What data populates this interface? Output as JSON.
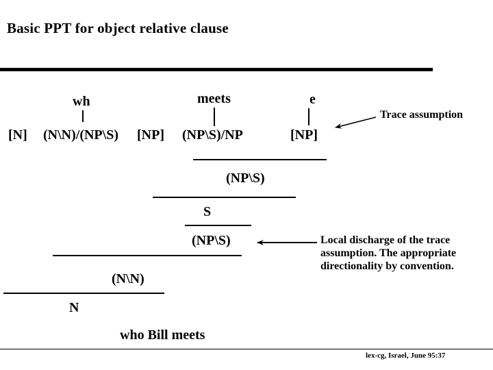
{
  "colors": {
    "text": "#000000",
    "background": "#ffffff"
  },
  "title": "Basic PPT for object relative clause",
  "derivation": {
    "words": [
      {
        "label": "wh"
      },
      {
        "label": "meets"
      },
      {
        "label": "e"
      }
    ],
    "categories": [
      {
        "label": "[N]"
      },
      {
        "label": "(N\\N)/(NP\\S)"
      },
      {
        "label": "[NP]"
      },
      {
        "label": "(NP\\S)/NP"
      },
      {
        "label": "[NP]"
      }
    ],
    "conclusions": {
      "nps_upper": "(NP\\S)",
      "s": "S",
      "nps_lower": "(NP\\S)",
      "nn": "(N\\N)",
      "n": "N",
      "sentence": "who Bill meets"
    }
  },
  "annotations": {
    "trace_label": "Trace assumption",
    "discharge_note": "Local discharge of the trace assumption. The appropriate directionality by convention."
  },
  "footer": {
    "text": "lex-cg, Israel, June 95:37"
  }
}
